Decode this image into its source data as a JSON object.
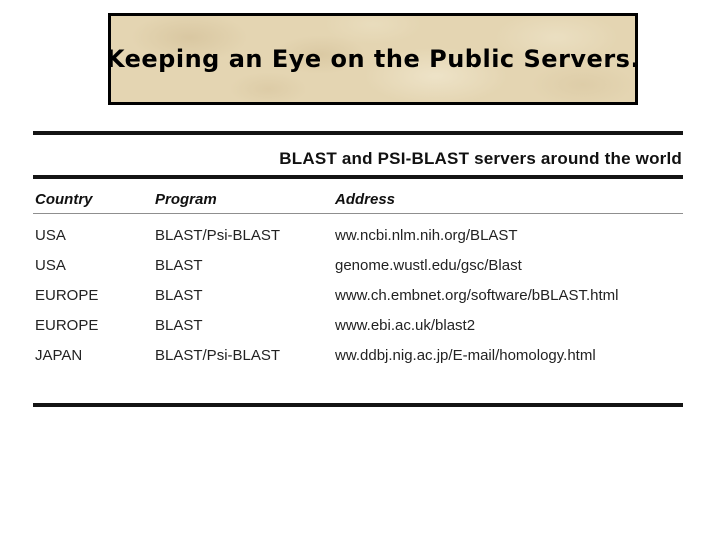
{
  "slide": {
    "title": "Keeping an Eye on the Public Servers."
  },
  "table": {
    "caption": "BLAST and PSI-BLAST servers around the world",
    "columns": [
      "Country",
      "Program",
      "Address"
    ],
    "rows": [
      {
        "country": "USA",
        "program": "BLAST/Psi-BLAST",
        "address": "ww.ncbi.nlm.nih.org/BLAST"
      },
      {
        "country": "USA",
        "program": "BLAST",
        "address": "genome.wustl.edu/gsc/Blast"
      },
      {
        "country": "EUROPE",
        "program": "BLAST",
        "address": "www.ch.embnet.org/software/bBLAST.html"
      },
      {
        "country": "EUROPE",
        "program": "BLAST",
        "address": "www.ebi.ac.uk/blast2"
      },
      {
        "country": "JAPAN",
        "program": "BLAST/Psi-BLAST",
        "address": "ww.ddbj.nig.ac.jp/E-mail/homology.html"
      }
    ]
  },
  "colors": {
    "background": "#ffffff",
    "parchment": "#e4d5b2",
    "rule_thick": "#141414",
    "rule_thin": "#8f8f8f",
    "text": "#1c1c1c"
  }
}
